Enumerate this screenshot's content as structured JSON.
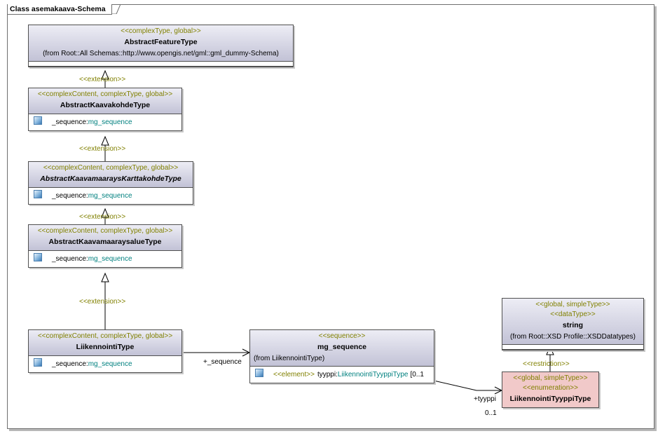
{
  "frame": {
    "title": "Class asemakaava-Schema"
  },
  "classes": {
    "abstract_feature": {
      "stereotype": "<<complexType, global>>",
      "name": "AbstractFeatureType",
      "from": "(from Root::All Schemas::http://www.opengis.net/gml::gml_dummy-Schema)"
    },
    "abstract_kaavakohde": {
      "stereotype": "<<complexContent, complexType, global>>",
      "name": "AbstractKaavakohdeType",
      "attr_name": "_sequence:",
      "attr_type": "mg_sequence"
    },
    "abstract_karttakohde": {
      "stereotype": "<<complexContent, complexType, global>>",
      "name": "AbstractKaavamaaraysKarttakohdeType",
      "attr_name": "_sequence:",
      "attr_type": "mg_sequence"
    },
    "abstract_alue": {
      "stereotype": "<<complexContent, complexType, global>>",
      "name": "AbstractKaavamaaraysalueType",
      "attr_name": "_sequence:",
      "attr_type": "mg_sequence"
    },
    "liikennointi": {
      "stereotype": "<<complexContent, complexType, global>>",
      "name": "LiikennointiType",
      "attr_name": "_sequence:",
      "attr_type": "mg_sequence"
    },
    "mg_sequence": {
      "stereotype": "<<sequence>>",
      "name": "mg_sequence",
      "from": "(from LiikennointiType)",
      "attr_stereotype": "<<element>>",
      "attr_name": "tyyppi:",
      "attr_type": "LiikennointiTyyppiType",
      "attr_mult": "[0..1"
    },
    "string": {
      "stereotype1": "<<global, simpleType>>",
      "stereotype2": "<<dataType>>",
      "name": "string",
      "from": "(from Root::XSD Profile::XSDDatatypes)"
    },
    "tyyppi": {
      "stereotype1": "<<global, simpleType>>",
      "stereotype2": "<<enumeration>>",
      "name": "LiikennointiTyyppiType"
    }
  },
  "links": {
    "ext1": "<<extension>>",
    "ext2": "<<extension>>",
    "ext3": "<<extension>>",
    "ext4": "<<extension>>",
    "restriction": "<<restriction>>",
    "seq_role": "+_sequence",
    "tyyppi_role": "+tyyppi",
    "tyyppi_mult": "0..1"
  },
  "colors": {
    "stereotype": "#808000",
    "type": "#00807f",
    "header": "#c2c2d6",
    "enum": "#f1c9c9"
  }
}
